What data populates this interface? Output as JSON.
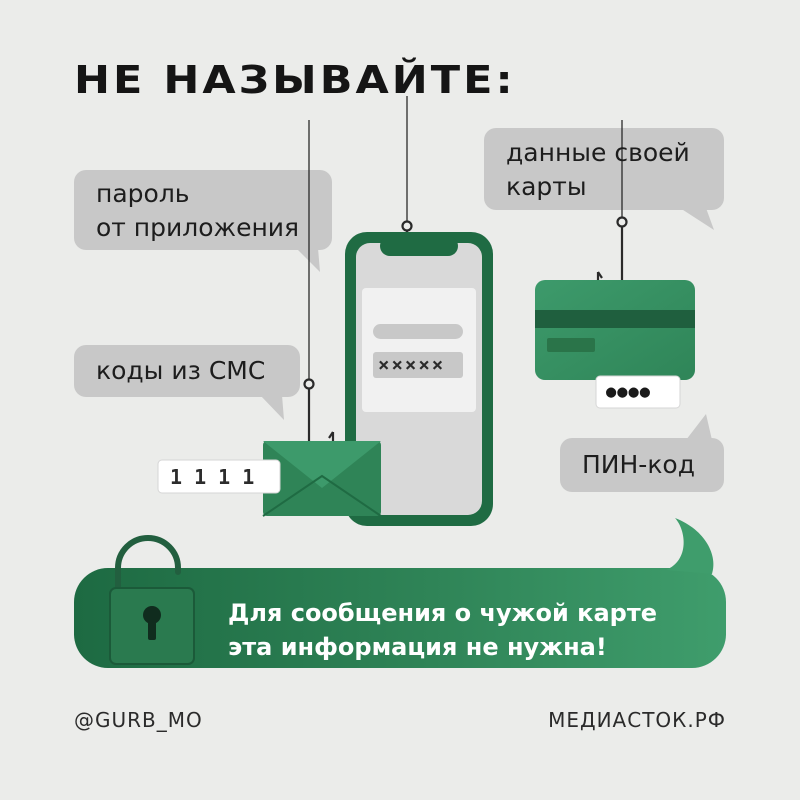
{
  "headline": "НЕ НАЗЫВАЙТЕ:",
  "bubbles": {
    "app_password": [
      "пароль",
      "от приложения"
    ],
    "card_data": [
      "данные своей",
      "карты"
    ],
    "sms_codes": "коды из СМС",
    "pin_code": "ПИН-код"
  },
  "phone": {
    "password_mask": "×××××"
  },
  "envelope": {
    "code_mask": "1 1 1 1"
  },
  "card": {
    "pin_mask": "●●●●"
  },
  "banner": {
    "lines": [
      "Для сообщения о чужой карте",
      "эта информация не нужна!"
    ]
  },
  "footer": {
    "handle": "@GURB_MO",
    "source": "МЕДИАСТОК.РФ"
  },
  "colors": {
    "background": "#ebecea",
    "bubble": "#c8c8c8",
    "green_dark": "#1f6b43",
    "green": "#3a8f63",
    "green_light": "#4ea87a",
    "text": "#151515"
  },
  "icons": [
    "fishing-hook-icon",
    "open-padlock-icon",
    "envelope-icon",
    "bank-card-icon",
    "smartphone-icon"
  ]
}
